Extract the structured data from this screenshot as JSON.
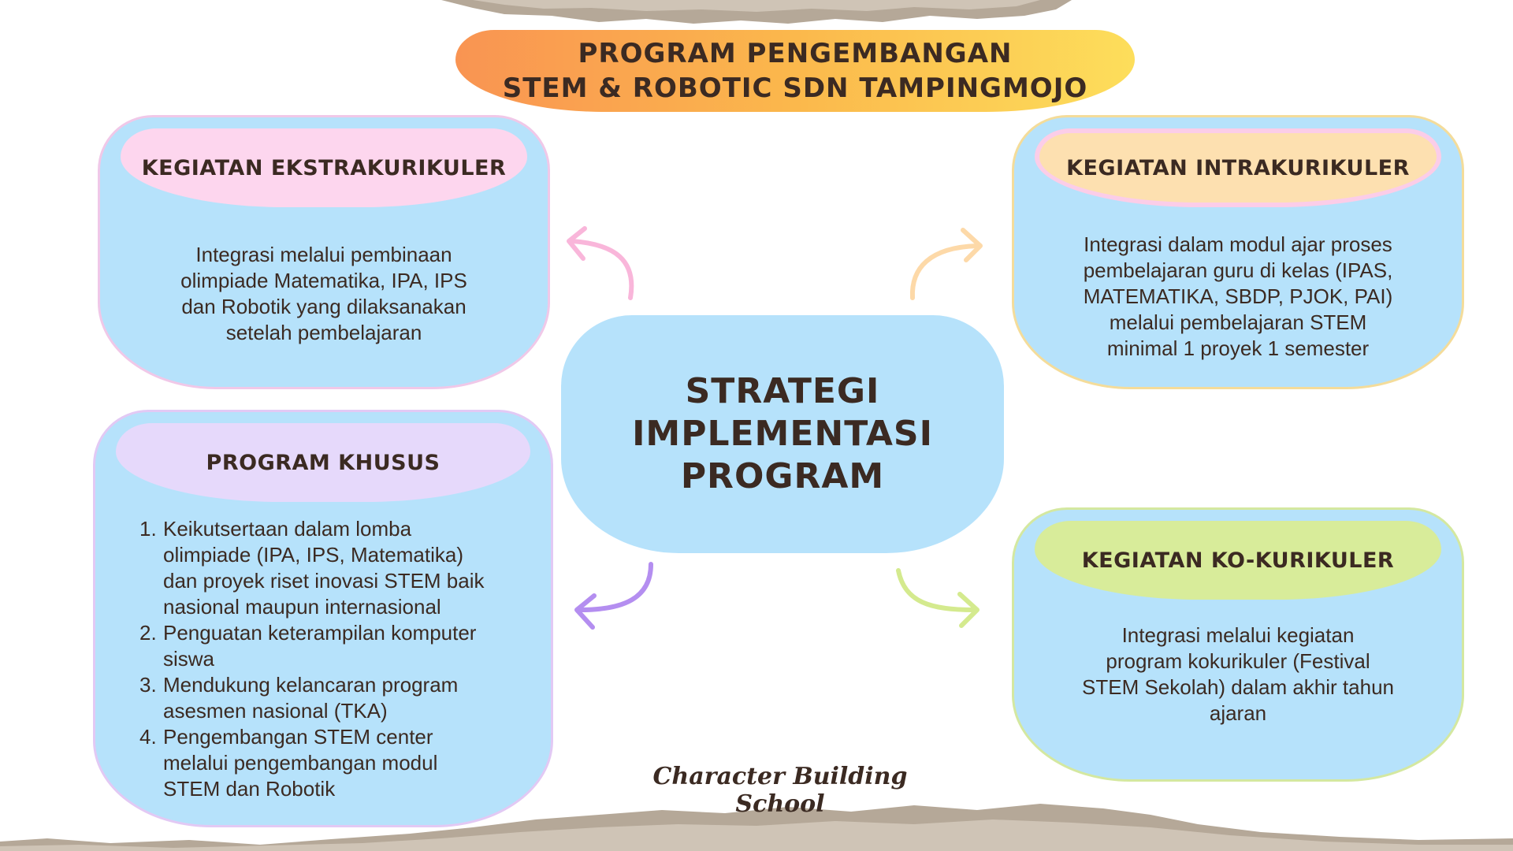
{
  "title": {
    "line1": "PROGRAM PENGEMBANGAN",
    "line2": "STEM & ROBOTIC SDN TAMPINGMOJO"
  },
  "center": {
    "line1": "STRATEGI",
    "line2": "IMPLEMENTASI",
    "line3": "PROGRAM"
  },
  "cards": {
    "ekstra": {
      "heading": "KEGIATAN EKSTRAKURIKULER",
      "lines": [
        "Integrasi melalui pembinaan",
        "olimpiade Matematika, IPA, IPS",
        "dan Robotik yang dilaksanakan",
        "setelah pembelajaran"
      ]
    },
    "intra": {
      "heading": "KEGIATAN INTRAKURIKULER",
      "lines": [
        "Integrasi dalam modul ajar proses",
        "pembelajaran guru di kelas (IPAS,",
        "MATEMATIKA, SBDP, PJOK, PAI)",
        "melalui pembelajaran STEM",
        "minimal 1 proyek 1 semester"
      ]
    },
    "khusus": {
      "heading": "PROGRAM KHUSUS",
      "items": [
        {
          "num": "1.",
          "lines": [
            "Keikutsertaan dalam lomba",
            "olimpiade (IPA, IPS, Matematika)",
            "dan proyek riset inovasi STEM baik",
            "nasional maupun internasional"
          ]
        },
        {
          "num": "2.",
          "lines": [
            "Penguatan keterampilan komputer",
            "siswa"
          ]
        },
        {
          "num": "3.",
          "lines": [
            "Mendukung kelancaran program",
            "asesmen nasional (TKA)"
          ]
        },
        {
          "num": "4.",
          "lines": [
            "Pengembangan STEM center",
            "melalui pengembangan modul",
            "STEM dan Robotik"
          ]
        }
      ]
    },
    "ko": {
      "heading": "KEGIATAN KO-KURIKULER",
      "lines": [
        "Integrasi melalui kegiatan",
        "program kokurikuler (Festival",
        "STEM Sekolah) dalam akhir tahun",
        "ajaran"
      ]
    }
  },
  "footer": "Character Building School",
  "colors": {
    "card_bg": "#b6e2fb",
    "pink": "#fdd6ee",
    "peach": "#fde0b0",
    "lavender": "#e6d9fb",
    "lime": "#d8ec9a",
    "arrow_pink": "#f9b6da",
    "arrow_peach": "#fdd9a8",
    "arrow_purple": "#b48ef0",
    "arrow_lime": "#d4ea8e",
    "text": "#3b2a22"
  }
}
